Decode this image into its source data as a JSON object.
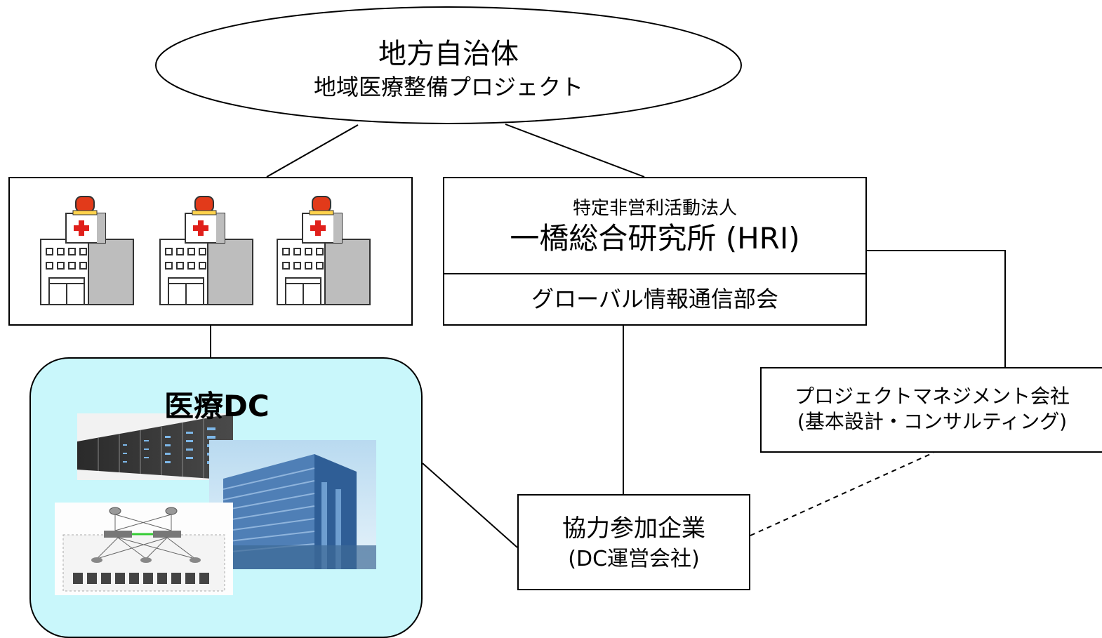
{
  "authority": {
    "title": "地方自治体",
    "subtitle": "地域医療整備プロジェクト"
  },
  "hri": {
    "type": "特定非営利活動法人",
    "name": "一橋総合研究所 (HRI)",
    "division": "グローバル情報通信部会"
  },
  "pm_company": {
    "line1": "プロジェクトマネジメント会社",
    "line2": "(基本設計・コンサルティング)"
  },
  "partner": {
    "line1": "協力参加企業",
    "line2": "(DC運営会社)"
  },
  "medical_dc": {
    "title": "医療DC"
  },
  "icons": [
    "hospital-icon",
    "server-rack-image",
    "building-image",
    "network-diagram-image"
  ],
  "colors": {
    "dc_background": "#c9f7fb",
    "cross": "#e0201b",
    "siren": "#e23a1a"
  }
}
